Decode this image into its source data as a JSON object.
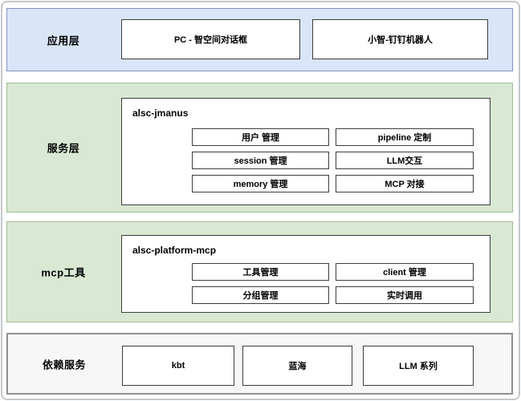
{
  "diagram": {
    "layers": [
      {
        "label": "应用层",
        "boxes": [
          "PC - 智空间对话框",
          "小智-钉钉机器人"
        ]
      },
      {
        "label": "服务层",
        "container": {
          "title": "alsc-jmanus",
          "modules": [
            "用户 管理",
            "pipeline 定制",
            "session 管理",
            "LLM交互",
            "memory 管理",
            "MCP 对接"
          ]
        }
      },
      {
        "label": "mcp工具",
        "container": {
          "title": "alsc-platform-mcp",
          "modules": [
            "工具管理",
            "client 管理",
            "分组管理",
            "实时调用"
          ]
        }
      },
      {
        "label": "依赖服务",
        "boxes": [
          "kbt",
          "蓝海",
          "LLM 系列"
        ]
      }
    ],
    "colors": {
      "app_fill": "#d9e5f8",
      "app_border": "#8294c4",
      "green_fill": "#d9e8d3",
      "green_border": "#9dbd93",
      "deps_fill": "#f7f7f7",
      "deps_border": "#909090",
      "box_fill": "#ffffff",
      "box_border": "#3d3d3d",
      "frame_border": "#c4c8cc",
      "text": "#000000"
    }
  }
}
